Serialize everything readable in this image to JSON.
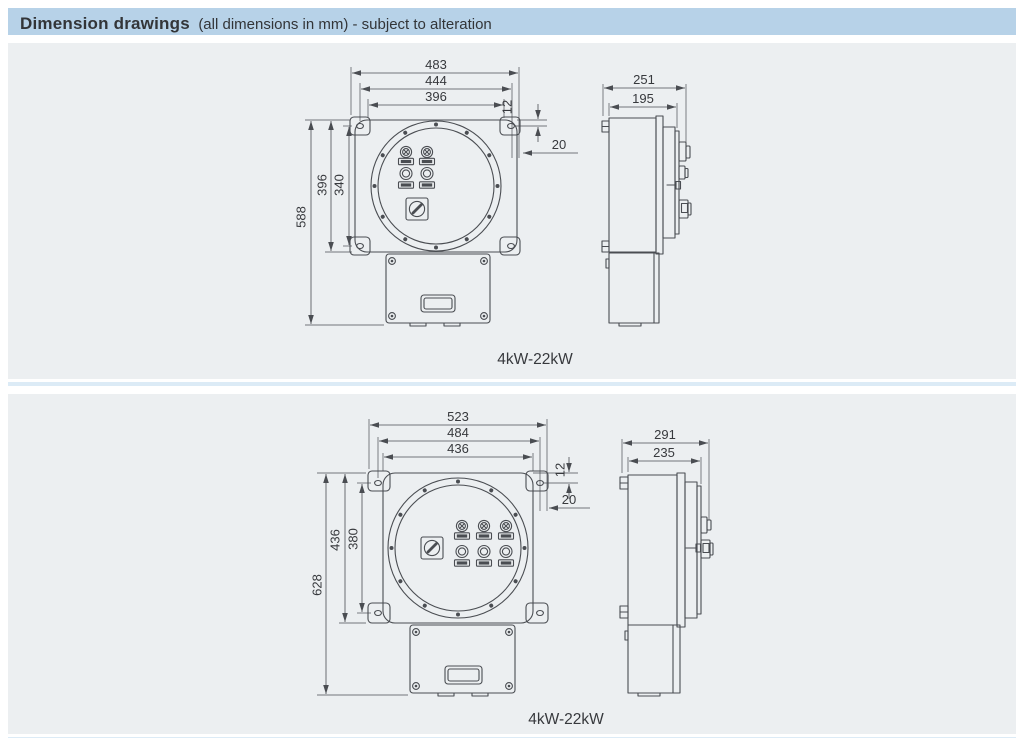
{
  "header": {
    "title": "Dimension drawings",
    "subtitle": "(all dimensions in mm) - subject to alteration"
  },
  "drawings": [
    {
      "caption": "4kW-22kW",
      "front": {
        "width_overall": "483",
        "width_holes": "444",
        "width_body": "396",
        "hole_offset": "12",
        "tab": "20",
        "height_body": "396",
        "height_holes": "340",
        "height_overall": "588"
      },
      "side": {
        "depth_overall": "251",
        "depth_body": "195"
      }
    },
    {
      "caption": "4kW-22kW",
      "front": {
        "width_overall": "523",
        "width_holes": "484",
        "width_body": "436",
        "hole_offset": "12",
        "tab": "20",
        "height_body": "436",
        "height_holes": "380",
        "height_overall": "628"
      },
      "side": {
        "depth_overall": "291",
        "depth_body": "235"
      }
    }
  ],
  "colors": {
    "header_bg": "#b7d2e8",
    "panel_bg": "#eceff1",
    "line": "#4a4d52"
  }
}
